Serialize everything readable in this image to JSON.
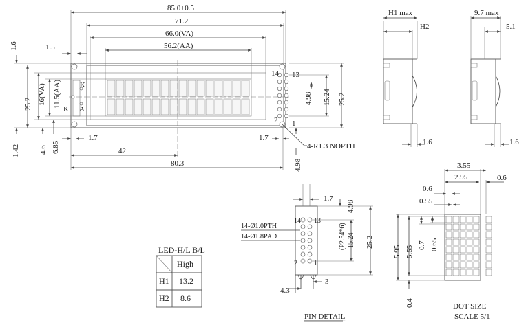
{
  "front_view": {
    "overall_width": "85.0±0.5",
    "bezel_width": "71.2",
    "va_width": "66.0(VA)",
    "aa_width": "56.2(AA)",
    "left_offset": "1.5",
    "top_offset": "1.6",
    "height": "25.2",
    "va_height": "16(VA)",
    "aa_height": "11.5(AA)",
    "led_k_label": "K",
    "led_a_label": "A",
    "pin14_label": "14",
    "pin13_label": "13",
    "pin2_label": "2",
    "pin1_label": "1",
    "pin_row_pitch": "4.98",
    "pin_column_span": "15.24",
    "right_height": "25.2",
    "bottom_left_offset": "4.6",
    "bottom_aa_offset": "6.85",
    "bottom_edge_offset": "1.42",
    "left_hole_offset": "1.7",
    "right_hole_offset": "1.7",
    "hole_note": "4-R1.3 NOPTH",
    "pin_center_distance": "42",
    "hole_spacing": "80.3",
    "bottom_pin_offset": "4.98"
  },
  "side_views": {
    "h1_label": "H1 max",
    "h2_label": "H2",
    "bottom_dim_1": "1.6",
    "depth_label": "9.7 max",
    "depth_inner": "5.1",
    "bottom_dim_2": "1.6"
  },
  "led_table": {
    "title": "LED-H/L B/L",
    "col_header": "High",
    "rows": [
      {
        "label": "H1",
        "value": "13.2"
      },
      {
        "label": "H2",
        "value": "8.6"
      }
    ]
  },
  "pin_detail": {
    "pin_width": "1.7",
    "top_offset": "4.98",
    "pth_note": "14-Ø1.0PTH",
    "pad_note": "14-Ø1.8PAD",
    "pin14": "14",
    "pin13": "13",
    "pin2": "2",
    "pin1": "1",
    "pitch_note": "(P2.54*6)",
    "span": "15.24",
    "height": "25.2",
    "left_dim": "4.3",
    "right_dim": "3",
    "caption": "PIN DETAIL"
  },
  "dot_size": {
    "char_width": "3.55",
    "dot_width_total": "2.95",
    "right_gap": "0.6",
    "dot_w": "0.6",
    "dot_gap": "0.55",
    "char_height": "5.95",
    "dot_height_total": "5.55",
    "row_pitch": "0.7",
    "dot_h": "0.65",
    "bottom_gap": "0.4",
    "caption": "DOT SIZE",
    "scale": "SCALE 5/1"
  }
}
